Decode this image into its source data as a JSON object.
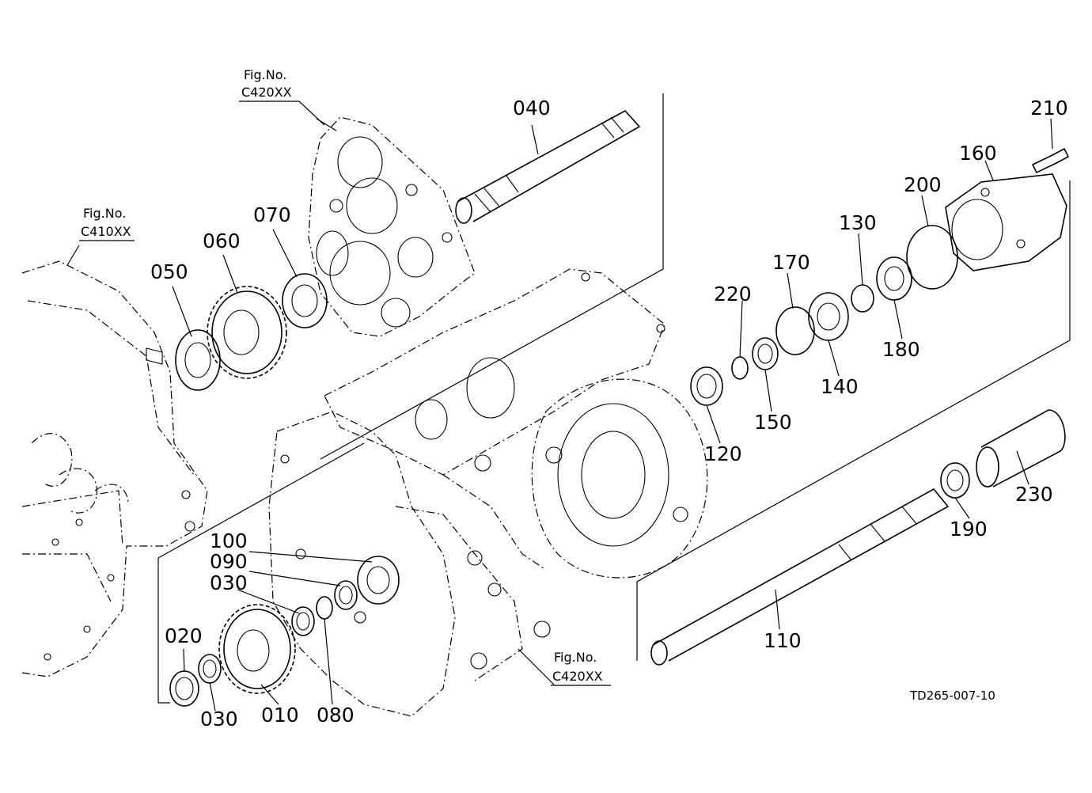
{
  "fig_refs": [
    {
      "id": "fig-ref-c420xx-top",
      "line1": "Fig.No.",
      "line2": "C420XX"
    },
    {
      "id": "fig-ref-c410xx",
      "line1": "Fig.No.",
      "line2": "C410XX"
    },
    {
      "id": "fig-ref-c420xx-bottom",
      "line1": "Fig.No.",
      "line2": "C420XX"
    }
  ],
  "parts": {
    "p010": "010",
    "p020": "020",
    "p030a": "030",
    "p030b": "030",
    "p040": "040",
    "p050": "050",
    "p060": "060",
    "p070": "070",
    "p080": "080",
    "p090": "090",
    "p100": "100",
    "p110": "110",
    "p120": "120",
    "p130": "130",
    "p140": "140",
    "p150": "150",
    "p160": "160",
    "p170": "170",
    "p180": "180",
    "p190": "190",
    "p200": "200",
    "p210": "210",
    "p220": "220",
    "p230": "230"
  },
  "drawing_code": "TD265-007-10"
}
